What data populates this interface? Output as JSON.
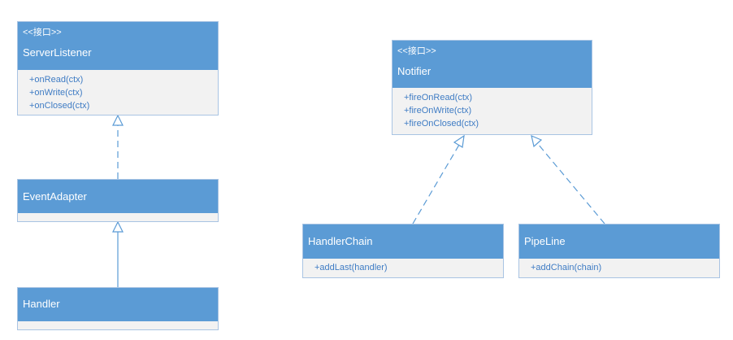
{
  "classes": {
    "server_listener": {
      "stereotype": "<<接口>>",
      "name": "ServerListener",
      "ops": [
        "+onRead(ctx)",
        "+onWrite(ctx)",
        "+onClosed(ctx)"
      ]
    },
    "event_adapter": {
      "name": "EventAdapter"
    },
    "handler": {
      "name": "Handler"
    },
    "notifier": {
      "stereotype": "<<接口>>",
      "name": "Notifier",
      "ops": [
        "+fireOnRead(ctx)",
        "+fireOnWrite(ctx)",
        "+fireOnClosed(ctx)"
      ]
    },
    "handler_chain": {
      "name": "HandlerChain",
      "ops": [
        "+addLast(handler)"
      ]
    },
    "pipeline": {
      "name": "PipeLine",
      "ops": [
        "+addChain(chain)"
      ]
    }
  },
  "colors": {
    "header": "#5b9bd5",
    "body": "#f2f2f2",
    "border": "#a9c4e3",
    "op_text": "#3f7cc4",
    "connector": "#5b9bd5"
  },
  "relations": [
    {
      "from": "event_adapter",
      "to": "server_listener",
      "kind": "realization"
    },
    {
      "from": "handler",
      "to": "event_adapter",
      "kind": "generalization"
    },
    {
      "from": "handler_chain",
      "to": "notifier",
      "kind": "realization"
    },
    {
      "from": "pipeline",
      "to": "notifier",
      "kind": "realization"
    }
  ]
}
